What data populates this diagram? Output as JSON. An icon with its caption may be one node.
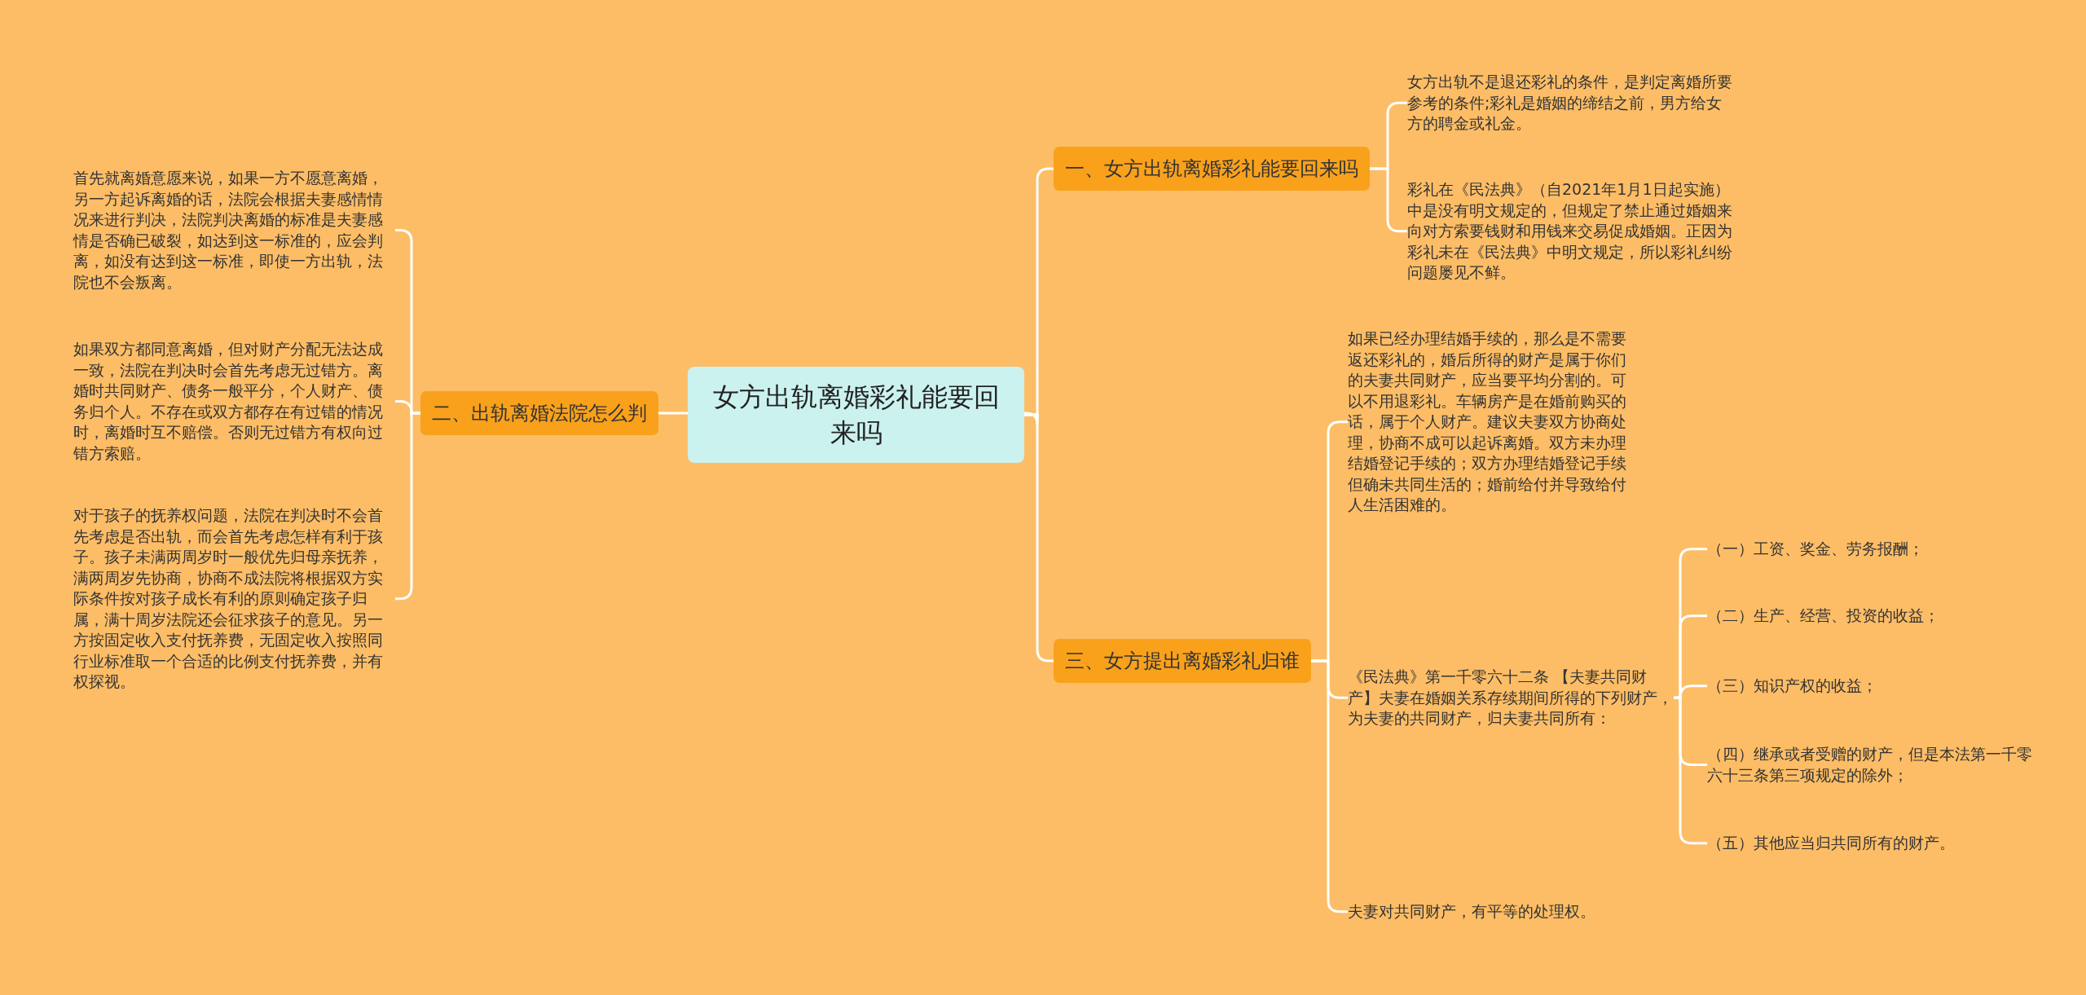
{
  "diagram": {
    "nodes": [
      {
        "text": [
          "女方出轨离婚彩礼能要回来吗"
        ]
      },
      {
        "text": [
          "一、女方出轨离婚彩礼能要回来吗"
        ]
      },
      {
        "text": [
          "女方出轨不是退还彩礼的条件，是判定离婚所要参考的条件;彩礼是婚姻的缔结之前，男方给女方的聘金或礼金。"
        ]
      },
      {
        "text": [
          "彩礼在《民法典》（自2021年1月1日起实施）中是没有明文规定的，但规定了禁止通过婚姻来向对方索要钱财和用钱来交易促成婚姻。正因为彩礼未在《民法典》中明文规定，所以彩礼纠纷问题屡见不鲜。"
        ]
      },
      {
        "text": [
          "二、出轨离婚法院怎么判"
        ]
      },
      {
        "text": [
          "首先就离婚意愿来说，如果一方不愿意离婚，另一方起诉离婚的话，法院会根据夫妻感情情况来进行判决，法院判决离婚的标准是夫妻感情是否确已破裂，如达到这一标准的，应会判离，如没有达到这一标准，即使一方出轨，法院也不会叛离。"
        ]
      },
      {
        "text": [
          "如果双方都同意离婚，但对财产分配无法达成一致，法院在判决时会首先考虑无过错方。离婚时共同财产、债务一般平分，个人财产、债务归个人。不存在或双方都存在有过错的情况时，离婚时互不赔偿。否则无过错方有权向过错方索赔。"
        ]
      },
      {
        "text": [
          "对于孩子的抚养权问题，法院在判决时不会首先考虑是否出轨，而会首先考虑怎样有利于孩子。孩子未满两周岁时一般优先归母亲抚养，满两周岁先协商，协商不成法院将根据双方实际条件按对孩子成长有利的原则确定孩子归属，满十周岁法院还会征求孩子的意见。另一方按固定收入支付抚养费，无固定收入按照同行业标准取一个合适的比例支付抚养费，并有权探视。"
        ]
      },
      {
        "text": [
          "三、女方提出离婚彩礼归谁"
        ]
      },
      {
        "text": [
          "如果已经办理结婚手续的，那么是不需要返还彩礼的，婚后所得的财产是属于你们的夫妻共同财产，应当要平均分割的。可以不用退彩礼。车辆房产是在婚前购买的话，属于个人财产。建议夫妻双方协商处理，协商不成可以起诉离婚。双方未办理结婚登记手续的；双方办理结婚登记手续但确未共同生活的；婚前给付并导致给付人生活困难的。"
        ]
      },
      {
        "text": [
          "《民法典》第一千零六十二条 【夫妻共同财产】夫妻在婚姻关系存续期间所得的下列财产，为夫妻的共同财产，归夫妻共同所有："
        ]
      },
      {
        "text": [
          "夫妻对共同财产，有平等的处理权。"
        ]
      },
      {
        "text": [
          "（一）工资、奖金、劳务报酬；"
        ]
      },
      {
        "text": [
          "（二）生产、经营、投资的收益；"
        ]
      },
      {
        "text": [
          "（三）知识产权的收益；"
        ]
      },
      {
        "text": [
          "（四）继承或者受赠的财产，但是本法第一千零六十三条第三项规定的除外；"
        ]
      },
      {
        "text": [
          "（五）其他应当归共同所有的财产。"
        ]
      }
    ],
    "edges": [
      {
        "from": 0,
        "to": 1,
        "arrow": "none"
      },
      {
        "from": 0,
        "to": 4,
        "arrow": "none"
      },
      {
        "from": 0,
        "to": 8,
        "arrow": "none"
      },
      {
        "from": 1,
        "to": 2,
        "arrow": "none"
      },
      {
        "from": 1,
        "to": 3,
        "arrow": "none"
      },
      {
        "from": 4,
        "to": 5,
        "arrow": "none"
      },
      {
        "from": 4,
        "to": 6,
        "arrow": "none"
      },
      {
        "from": 4,
        "to": 7,
        "arrow": "none"
      },
      {
        "from": 8,
        "to": 9,
        "arrow": "none"
      },
      {
        "from": 8,
        "to": 10,
        "arrow": "none"
      },
      {
        "from": 8,
        "to": 11,
        "arrow": "none"
      },
      {
        "from": 10,
        "to": 12,
        "arrow": "none"
      },
      {
        "from": 10,
        "to": 13,
        "arrow": "none"
      },
      {
        "from": 10,
        "to": 14,
        "arrow": "none"
      },
      {
        "from": 10,
        "to": 15,
        "arrow": "none"
      },
      {
        "from": 10,
        "to": 16,
        "arrow": "none"
      }
    ]
  }
}
